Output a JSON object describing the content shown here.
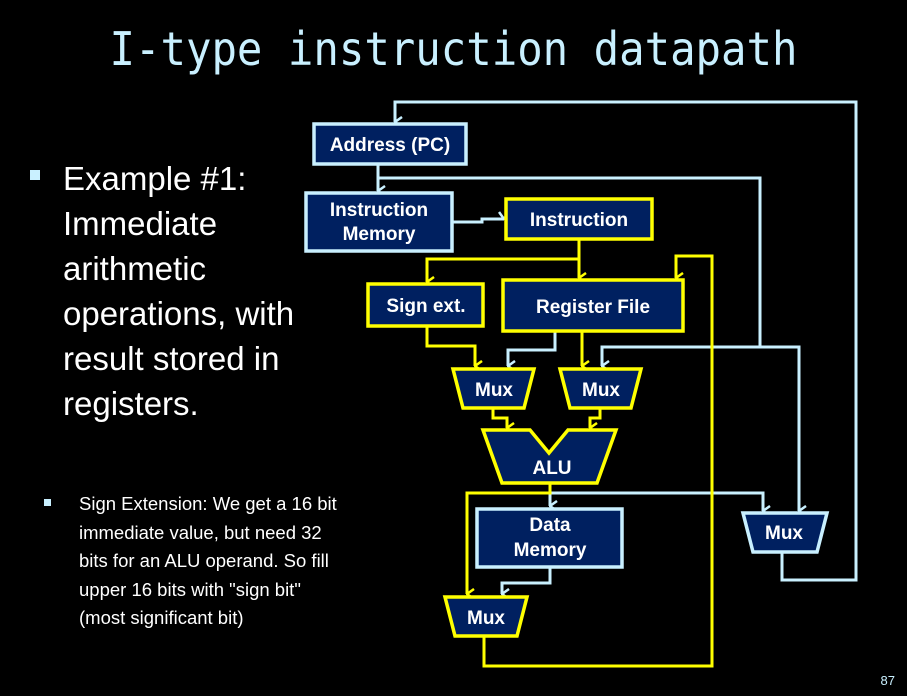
{
  "slide": {
    "title": "I-type instruction datapath",
    "page_number": "87"
  },
  "bullets": {
    "main": "Example #1: Immediate arithmetic operations, with result stored in registers.",
    "sub": "Sign Extension: We get a 16 bit immediate value, but need 32 bits for an ALU operand. So fill upper 16 bits with \"sign bit\" (most significant bit)"
  },
  "diagram": {
    "colors": {
      "background": "#000000",
      "box_fill": "#002060",
      "inactive": "#c9f0ff",
      "active": "#ffff00",
      "text": "#ffffff"
    },
    "blocks": {
      "pc": {
        "label": "Address (PC)",
        "active": false
      },
      "imem_line1": "Instruction",
      "imem_line2": "Memory",
      "instruction": {
        "label": "Instruction",
        "active": true
      },
      "sign_ext": {
        "label": "Sign ext.",
        "active": true
      },
      "regfile": {
        "label": "Register File",
        "active": true
      },
      "mux_a": {
        "label": "Mux",
        "active": true
      },
      "mux_b": {
        "label": "Mux",
        "active": true
      },
      "alu": {
        "label": "ALU",
        "active": true
      },
      "dmem_line1": "Data",
      "dmem_line2": "Memory",
      "mux_pc": {
        "label": "Mux",
        "active": false
      },
      "mux_wb": {
        "label": "Mux",
        "active": true
      }
    }
  }
}
